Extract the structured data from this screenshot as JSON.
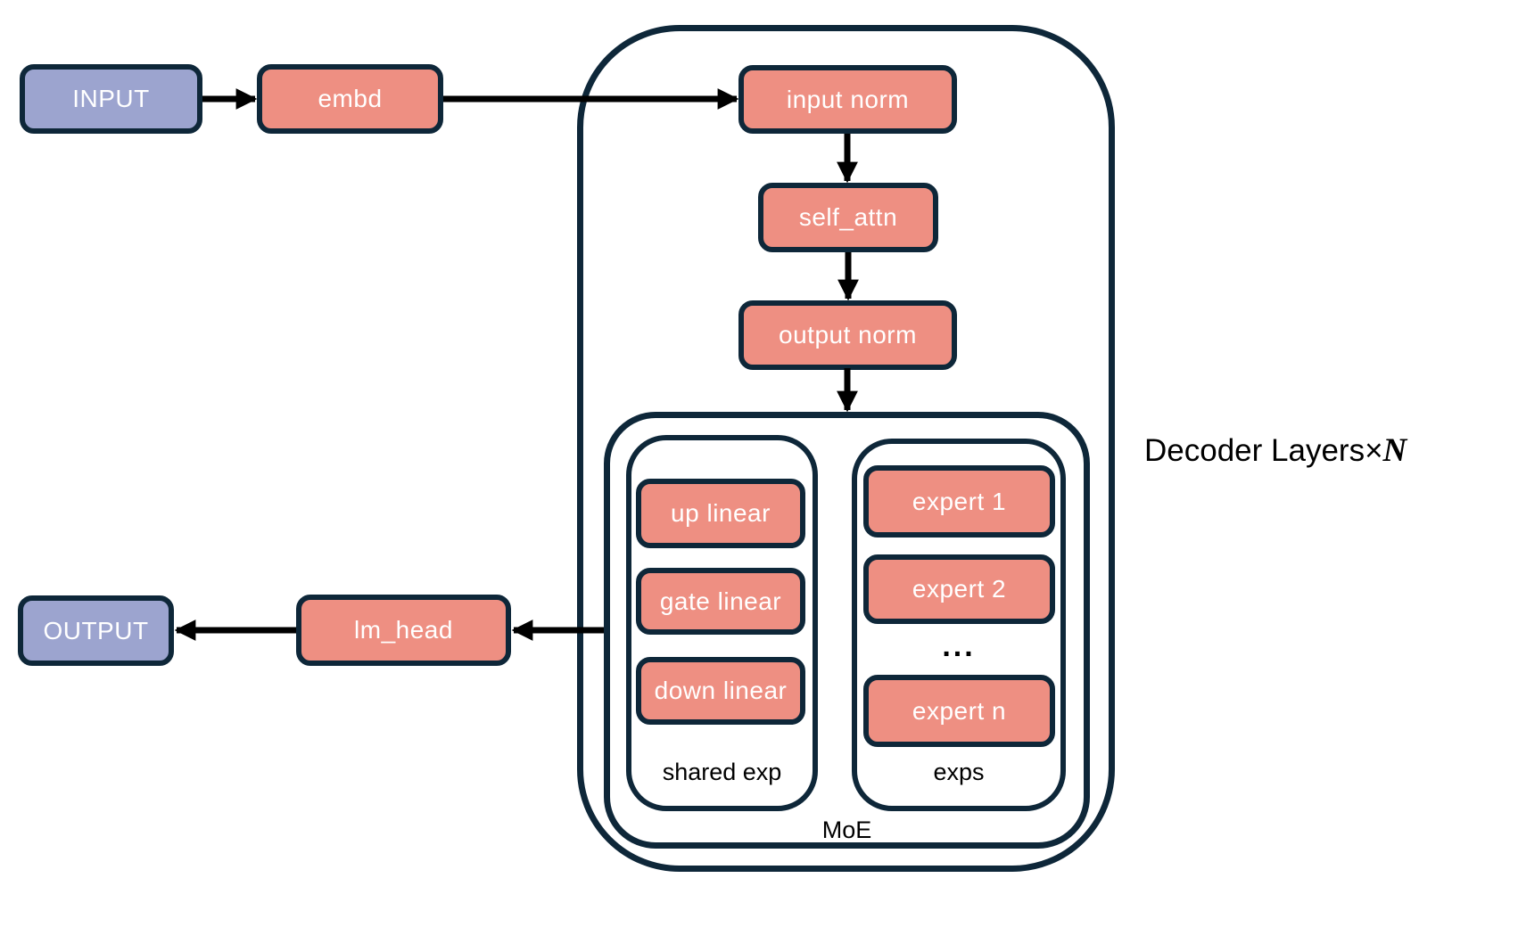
{
  "diagram": {
    "nodes": {
      "input": "INPUT",
      "embd": "embd",
      "input_norm": "input norm",
      "self_attn": "self_attn",
      "output_norm": "output norm",
      "up_linear": "up linear",
      "gate_linear": "gate linear",
      "down_linear": "down linear",
      "expert_1": "expert 1",
      "expert_2": "expert 2",
      "expert_ellipsis": "...",
      "expert_n": "expert n",
      "lm_head": "lm_head",
      "output": "OUTPUT"
    },
    "labels": {
      "shared_exp": "shared exp",
      "exps": "exps",
      "moe": "MoE",
      "decoder_layers_prefix": "Decoder Layers",
      "decoder_layers_times": "×",
      "decoder_layers_n": "N"
    },
    "colors": {
      "io_fill": "#9CA4CF",
      "module_fill": "#EE8F82",
      "border": "#0E2739",
      "arrow": "#000000",
      "text_light": "#FFFFFF",
      "text_dark": "#000000"
    }
  }
}
